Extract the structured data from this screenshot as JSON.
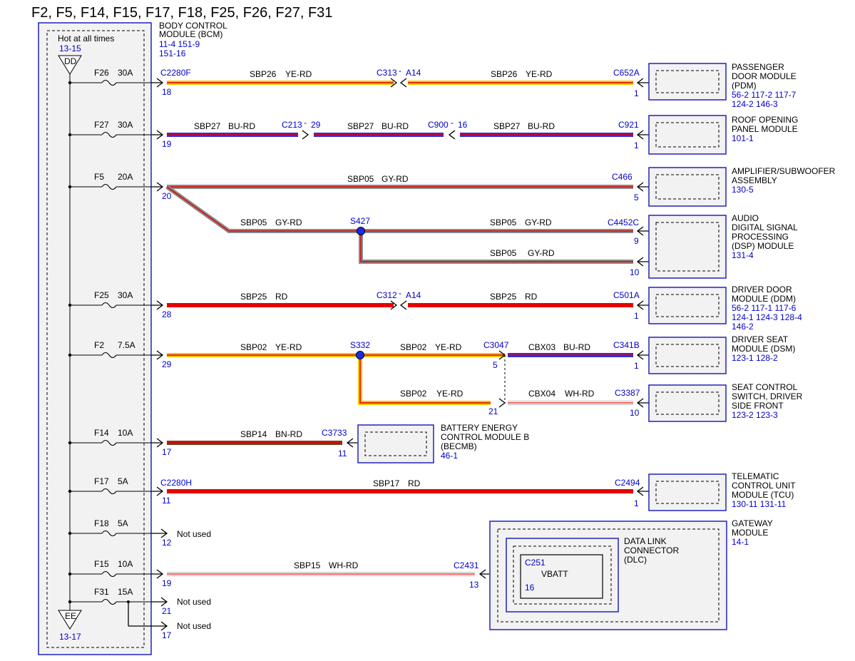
{
  "title": "F2, F5, F14, F15, F17, F18, F25, F26, F27, F31",
  "bcm": {
    "name_line1": "BODY CONTROL",
    "name_line2": "MODULE (BCM)",
    "refs_line1": "11-4   151-9",
    "refs_line2": "151-16",
    "hot_label": "Hot at all times",
    "hot_ref": "13-15",
    "bus_top": "DD",
    "bus_bottom": "EE",
    "bus_bottom_ref": "13-17"
  },
  "fuses": [
    {
      "name": "F26",
      "rating": "30A",
      "pin": "18",
      "connector": "C2280F"
    },
    {
      "name": "F27",
      "rating": "30A",
      "pin": "19",
      "connector": ""
    },
    {
      "name": "F5",
      "rating": "20A",
      "pin": "20",
      "connector": ""
    },
    {
      "name": "F25",
      "rating": "30A",
      "pin": "28",
      "connector": ""
    },
    {
      "name": "F2",
      "rating": "7.5A",
      "pin": "29",
      "connector": ""
    },
    {
      "name": "F14",
      "rating": "10A",
      "pin": "17",
      "connector": ""
    },
    {
      "name": "F17",
      "rating": "5A",
      "pin": "11",
      "connector": "C2280H"
    },
    {
      "name": "F18",
      "rating": "5A",
      "pin": "12",
      "connector": ""
    },
    {
      "name": "F15",
      "rating": "10A",
      "pin": "19",
      "connector": ""
    },
    {
      "name": "F31",
      "rating": "15A",
      "pin": "21",
      "connector": ""
    }
  ],
  "extra_pin_f31": "17",
  "not_used": "Not used",
  "wire_labels": [
    {
      "circuit": "SBP26",
      "color": "YE-RD"
    },
    {
      "circuit": "SBP26",
      "color": "YE-RD"
    },
    {
      "circuit": "SBP27",
      "color": "BU-RD"
    },
    {
      "circuit": "SBP27",
      "color": "BU-RD"
    },
    {
      "circuit": "SBP27",
      "color": "BU-RD"
    },
    {
      "circuit": "SBP05",
      "color": "GY-RD"
    },
    {
      "circuit": "SBP05",
      "color": "GY-RD"
    },
    {
      "circuit": "SBP05",
      "color": "GY-RD"
    },
    {
      "circuit": "SBP05",
      "color": "GY-RD"
    },
    {
      "circuit": "SBP25",
      "color": "RD"
    },
    {
      "circuit": "SBP25",
      "color": "RD"
    },
    {
      "circuit": "SBP02",
      "color": "YE-RD"
    },
    {
      "circuit": "SBP02",
      "color": "YE-RD"
    },
    {
      "circuit": "CBX03",
      "color": "BU-RD"
    },
    {
      "circuit": "SBP02",
      "color": "YE-RD"
    },
    {
      "circuit": "CBX04",
      "color": "WH-RD"
    },
    {
      "circuit": "SBP14",
      "color": "BN-RD"
    },
    {
      "circuit": "SBP17",
      "color": "RD"
    },
    {
      "circuit": "SBP15",
      "color": "WH-RD"
    }
  ],
  "inline_connectors": [
    {
      "name": "C313",
      "pin": "A14"
    },
    {
      "name": "C213",
      "pin": "29"
    },
    {
      "name": "C900",
      "pin": "16"
    },
    {
      "name": "C312",
      "pin": "A14"
    }
  ],
  "splices": [
    "S427",
    "S332"
  ],
  "other_connectors": [
    {
      "name": "C3047",
      "pin": "5",
      "pin2": "21"
    },
    {
      "name": "C3733",
      "pin": "11"
    },
    {
      "name": "C2431",
      "pin": "13"
    }
  ],
  "components": [
    {
      "connector": "C652A",
      "pin": "1",
      "lines": [
        "PASSENGER",
        "DOOR MODULE",
        "(PDM)"
      ],
      "refs": [
        "56-2   117-2   117-7",
        "124-2   146-3"
      ]
    },
    {
      "connector": "C921",
      "pin": "1",
      "lines": [
        "ROOF OPENING",
        "PANEL MODULE"
      ],
      "refs": [
        "101-1"
      ]
    },
    {
      "connector": "C466",
      "pin": "5",
      "lines": [
        "AMPLIFIER/SUBWOOFER",
        "ASSEMBLY"
      ],
      "refs": [
        "130-5"
      ]
    },
    {
      "connector": "C4452C",
      "pin": "9",
      "pin2": "10",
      "lines": [
        "AUDIO",
        "DIGITAL SIGNAL",
        "PROCESSING",
        "(DSP) MODULE"
      ],
      "refs": [
        "131-4"
      ]
    },
    {
      "connector": "C501A",
      "pin": "1",
      "lines": [
        "DRIVER DOOR",
        "MODULE (DDM)"
      ],
      "refs": [
        "56-2    117-1   117-6",
        "124-1   124-3   128-4",
        "146-2"
      ]
    },
    {
      "connector": "C341B",
      "pin": "1",
      "lines": [
        "DRIVER SEAT",
        "MODULE (DSM)"
      ],
      "refs": [
        "123-1   128-2"
      ]
    },
    {
      "connector": "C3387",
      "pin": "10",
      "lines": [
        "SEAT CONTROL",
        "SWITCH, DRIVER",
        "SIDE FRONT"
      ],
      "refs": [
        "123-2   123-3"
      ]
    },
    {
      "connector": "C2494",
      "pin": "1",
      "lines": [
        "TELEMATIC",
        "CONTROL UNIT",
        "MODULE (TCU)"
      ],
      "refs": [
        "130-11   131-11"
      ]
    }
  ],
  "becmb": {
    "lines": [
      "BATTERY ENERGY",
      "CONTROL MODULE B",
      "(BECMB)"
    ],
    "refs": [
      "46-1"
    ]
  },
  "gateway": {
    "lines": [
      "GATEWAY",
      "MODULE"
    ],
    "refs": [
      "14-1"
    ],
    "dlc_lines": [
      "DATA LINK",
      "CONNECTOR",
      "(DLC)"
    ],
    "c251": "C251",
    "c251_pin": "16",
    "vbatt": "VBATT"
  },
  "colors": {
    "blue": "#0000cc",
    "yellow": "#f2c400",
    "red": "#e60000",
    "wire_blue": "#3a2ad6",
    "gray": "#8a8a8a",
    "brown": "#7a3b1e",
    "white": "#ffffff",
    "box_fill": "#f2f2f2",
    "box_stroke": "#2222bb"
  }
}
